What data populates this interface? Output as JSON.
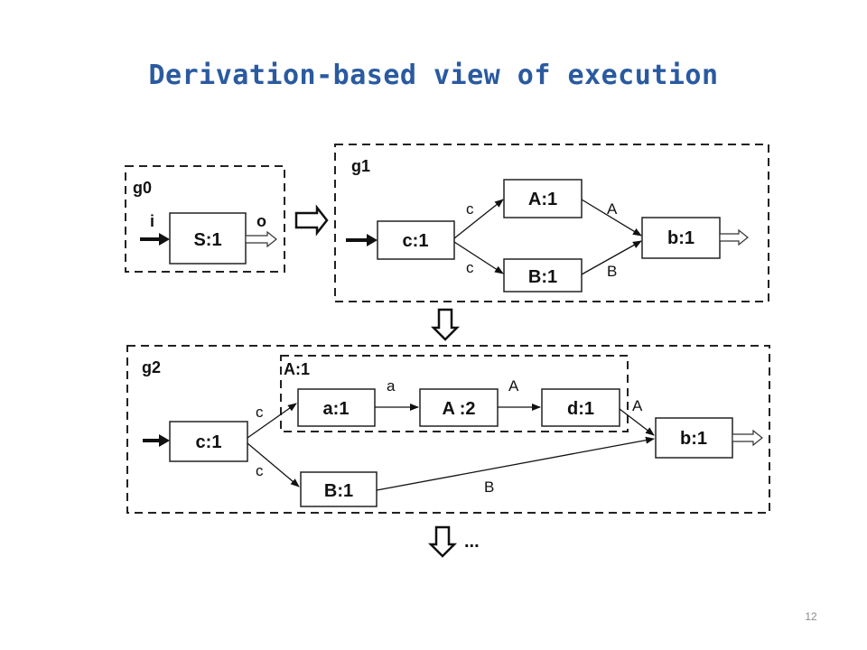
{
  "slide": {
    "title": "Derivation-based view of execution",
    "page_number": "12"
  },
  "diagram": {
    "g0": {
      "label": "g0",
      "input_label": "i",
      "output_label": "o",
      "node": "S:1"
    },
    "g1": {
      "label": "g1",
      "nodes": {
        "c": "c:1",
        "a": "A:1",
        "b_node": "B:1",
        "out": "b:1"
      },
      "edges": {
        "c_to_a": "c",
        "c_to_b": "c",
        "a_to_out": "A",
        "b_to_out": "B"
      }
    },
    "g2": {
      "label": "g2",
      "inner_label": "A:1",
      "nodes": {
        "c": "c:1",
        "a1": "a:1",
        "a2": "A :2",
        "d": "d:1",
        "b_node": "B:1",
        "out": "b:1"
      },
      "edges": {
        "c_to_inner": "c",
        "c_to_b": "c",
        "a1_to_a2": "a",
        "a2_to_d": "A",
        "d_to_out": "A",
        "b_to_out": "B"
      }
    },
    "continuation": "..."
  }
}
